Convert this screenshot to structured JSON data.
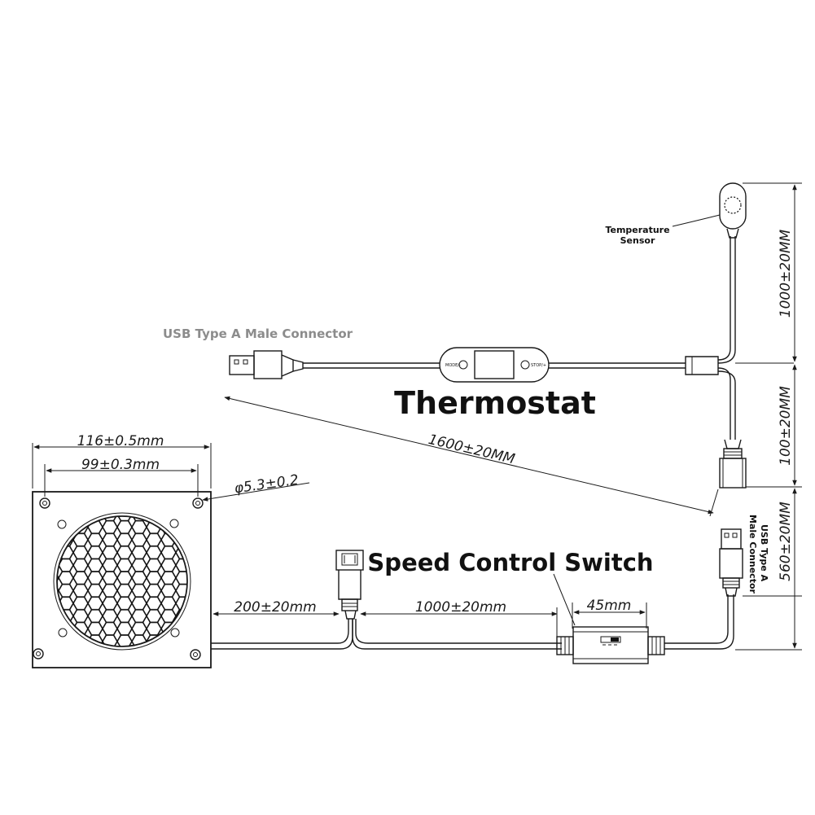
{
  "labels": {
    "usb_male_top": "USB Type A Male Connector",
    "thermostat": "Thermostat",
    "temperature_sensor_line1": "Temperature",
    "temperature_sensor_line2": "Sensor",
    "speed_control": "Speed Control Switch",
    "usb_male_right_line1": "USB Type A",
    "usb_male_right_line2": "Male Connector",
    "thermostat_btn_left": "MODE/-",
    "thermostat_btn_right": "STOP/+"
  },
  "dimensions": {
    "fan_width": "116±0.5mm",
    "hole_spacing": "99±0.3mm",
    "hole_diameter": "φ5.3±0.2",
    "cable_fan_to_split": "200±20mm",
    "cable_split_to_switch": "1000±20mm",
    "switch_length": "45mm",
    "thermostat_cable": "1600±20MM",
    "sensor_cable": "1000±20MM",
    "female_branch": "100±20MM",
    "switch_to_usb": "560±20MM"
  }
}
